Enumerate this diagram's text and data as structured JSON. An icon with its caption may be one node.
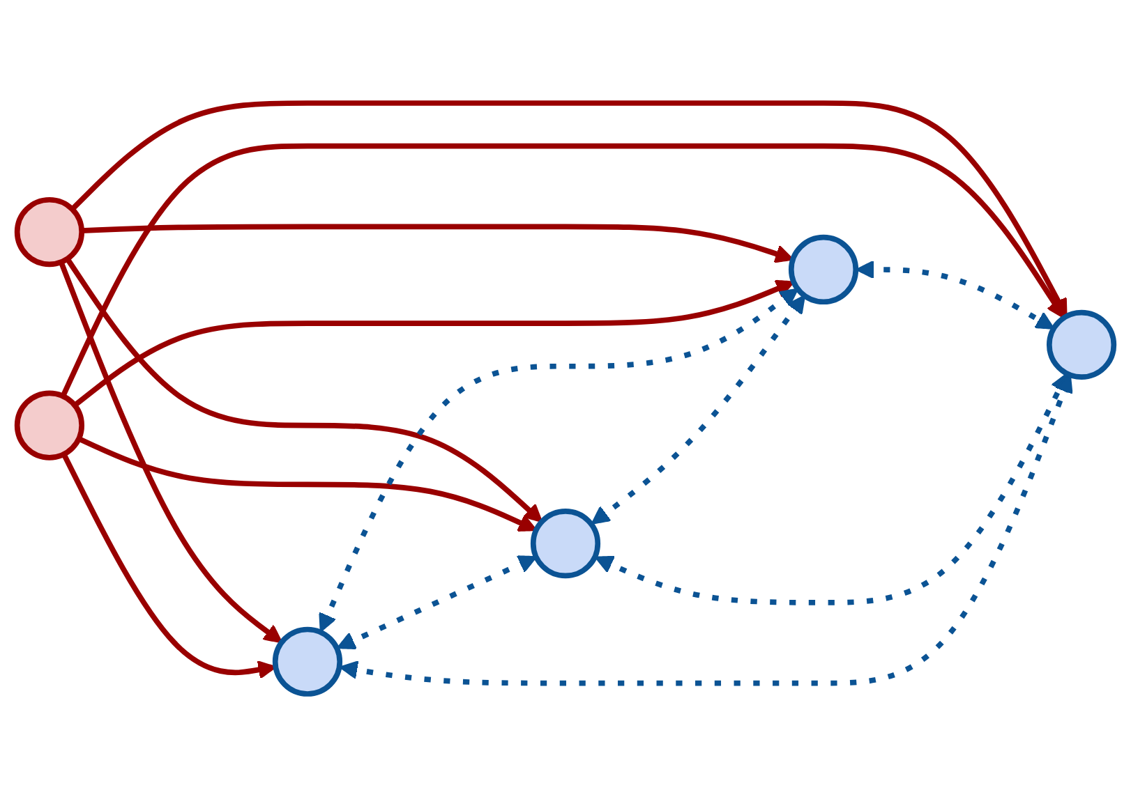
{
  "diagram": {
    "nodes": [
      {
        "text": [],
        "shape": "circle"
      },
      {
        "text": [],
        "shape": "circle"
      },
      {
        "text": [],
        "shape": "circle"
      },
      {
        "text": [],
        "shape": "circle"
      },
      {
        "text": [],
        "shape": "circle"
      },
      {
        "text": [],
        "shape": "circle"
      }
    ],
    "edges": [
      {
        "from": 0,
        "to": 1,
        "arrow": "to"
      },
      {
        "from": 0,
        "to": 2,
        "arrow": "to"
      },
      {
        "from": 0,
        "to": 3,
        "arrow": "to"
      },
      {
        "from": 0,
        "to": 4,
        "arrow": "to"
      },
      {
        "from": 5,
        "to": 3,
        "arrow": "to"
      },
      {
        "from": 5,
        "to": 4,
        "arrow": "to"
      },
      {
        "from": 5,
        "to": 1,
        "arrow": "to"
      },
      {
        "from": 5,
        "to": 2,
        "arrow": "to"
      },
      {
        "from": 1,
        "to": 3,
        "arrow": "both",
        "style": "dashed",
        "color": "#0b5394"
      },
      {
        "from": 2,
        "to": 4,
        "arrow": "both",
        "style": "dashed",
        "color": "#0b5394"
      },
      {
        "from": 1,
        "to": 2,
        "arrow": "both",
        "style": "dashed",
        "color": "#0b5394"
      },
      {
        "from": 3,
        "to": 4,
        "arrow": "both",
        "style": "dashed",
        "color": "#0b5394"
      },
      {
        "from": 1,
        "to": 4,
        "arrow": "both",
        "style": "dashed",
        "color": "#0b5394"
      },
      {
        "from": 3,
        "to": 2,
        "arrow": "both",
        "style": "dashed",
        "color": "#0b5394"
      }
    ]
  }
}
